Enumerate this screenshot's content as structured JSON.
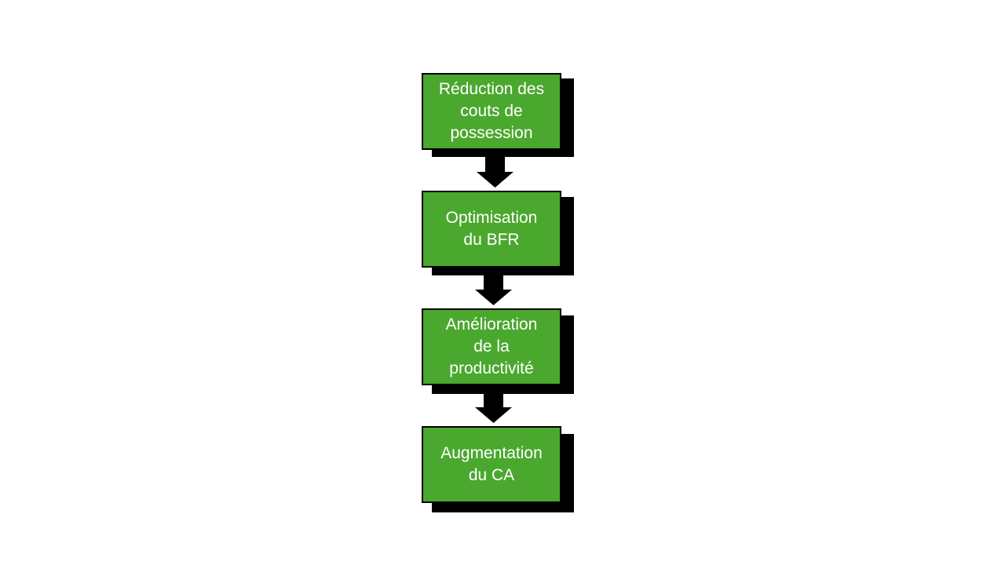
{
  "colors": {
    "box_fill": "#4ba82e",
    "box_border": "#000000",
    "shadow": "#000000",
    "text": "#ffffff",
    "arrow": "#000000",
    "background": "#ffffff"
  },
  "flow": {
    "steps": [
      {
        "label": "Réduction des\ncouts de\npossession"
      },
      {
        "label": "Optimisation\ndu BFR"
      },
      {
        "label": "Amélioration\nde la\nproductivité"
      },
      {
        "label": "Augmentation\ndu CA"
      }
    ]
  }
}
